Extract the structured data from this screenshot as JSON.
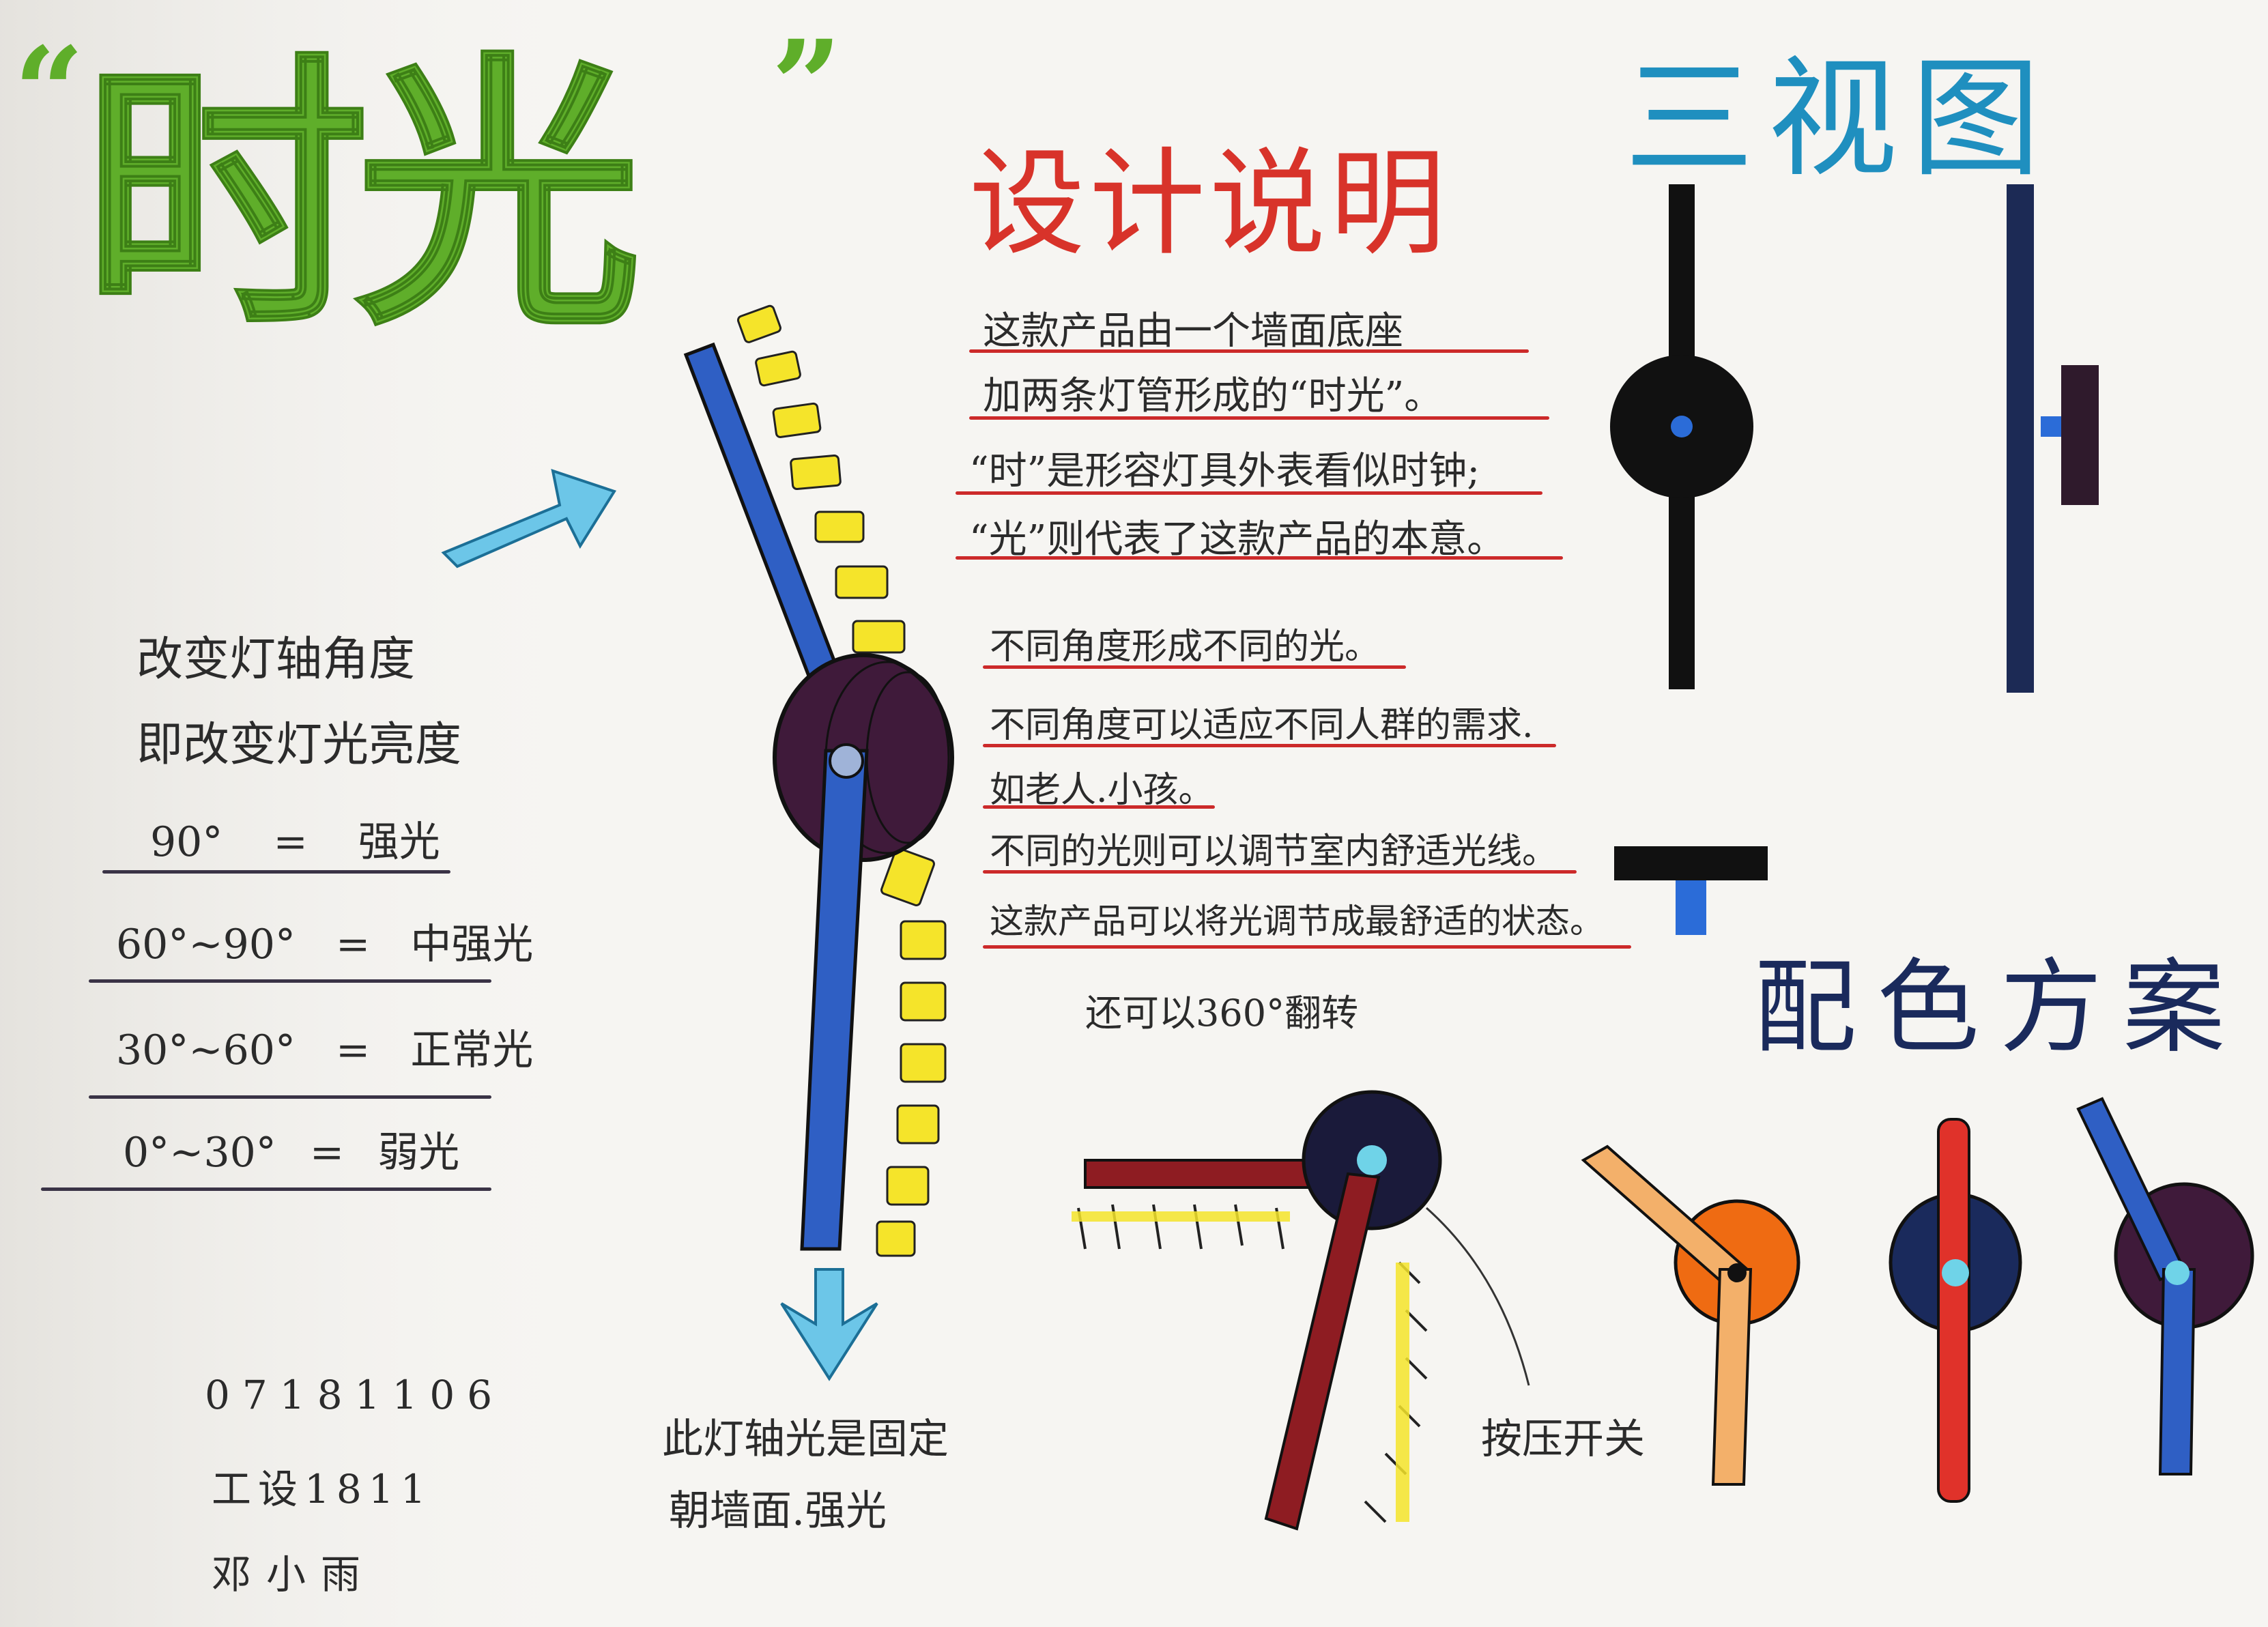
{
  "title": {
    "open_quote": "“",
    "text": "时光",
    "close_quote": "”"
  },
  "design_notes": {
    "heading": "设计说明",
    "lines": [
      "这款产品由一个墙面底座",
      "加两条灯管形成的“时光”。",
      "“时”是形容灯具外表看似时钟;",
      "“光”则代表了这款产品的本意。",
      "不同角度形成不同的光。",
      "不同角度可以适应不同人群的需求.",
      "如老人.小孩。",
      "不同的光则可以调节室内舒适光线。",
      "这款产品可以将光调节成最舒适的状态。"
    ],
    "rotation_note": "还可以360°翻转"
  },
  "three_views": {
    "heading": "三视图"
  },
  "color_scheme": {
    "heading": "配色方案"
  },
  "angle_notes": {
    "line1": "改变灯轴角度",
    "line2": "即改变灯光亮度",
    "rows": [
      {
        "angle": "90°",
        "eq": "=",
        "level": "强光"
      },
      {
        "angle": "60°~90°",
        "eq": "=",
        "level": "中强光"
      },
      {
        "angle": "30°~60°",
        "eq": "=",
        "level": "正常光"
      },
      {
        "angle": "0°~30°",
        "eq": "=",
        "level": "弱光"
      }
    ]
  },
  "fixed_axis_note": {
    "line1": "此灯轴光是固定",
    "line2": "朝墙面.强光"
  },
  "button_label": "按压开关",
  "signature": {
    "id": "07181106",
    "class": "工设1811",
    "name": "邓小雨"
  },
  "colors": {
    "title_green": "#5fae2a",
    "note_red": "#d8332a",
    "view_blue": "#1f8fbf",
    "scheme_navy": "#1a2a5c",
    "arm_blue": "#2f5fc4",
    "body_purple": "#3f1a3a",
    "glow_yellow": "#f5e42a"
  }
}
